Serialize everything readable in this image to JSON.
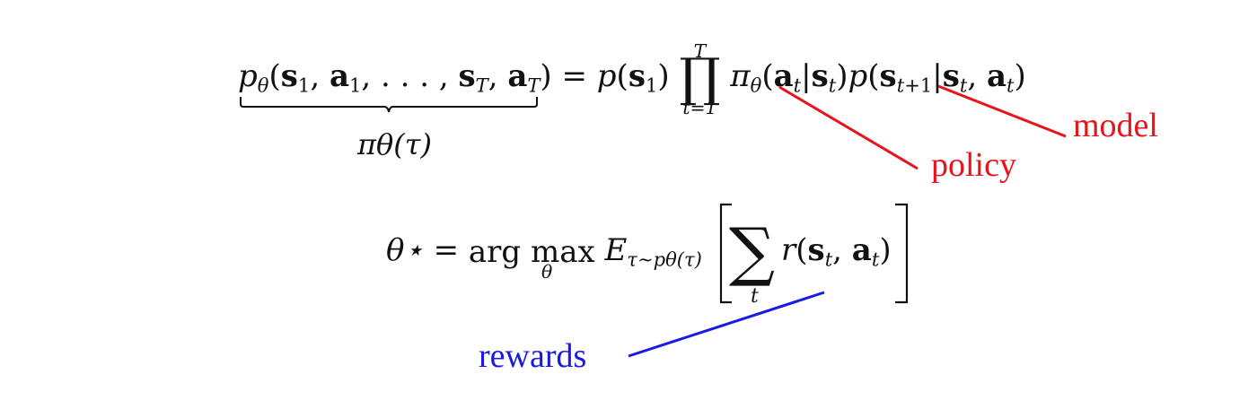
{
  "equation1": {
    "lhs": "pθ(s1, a1, . . . , sT, aT)",
    "underbrace_label": "πθ(τ)",
    "product_upper": "T",
    "product_lower": "t=1"
  },
  "equation2": {
    "lhs": "θ⋆",
    "operator": "arg max",
    "operator_sub": "θ",
    "expectation_sub": "τ∼pθ(τ)",
    "sum_lower": "t"
  },
  "annotations": {
    "model": "model",
    "policy": "policy",
    "rewards": "rewards"
  },
  "colors": {
    "model": "#e8141b",
    "policy": "#e8141b",
    "rewards": "#1a1ae6",
    "text": "#111111"
  }
}
